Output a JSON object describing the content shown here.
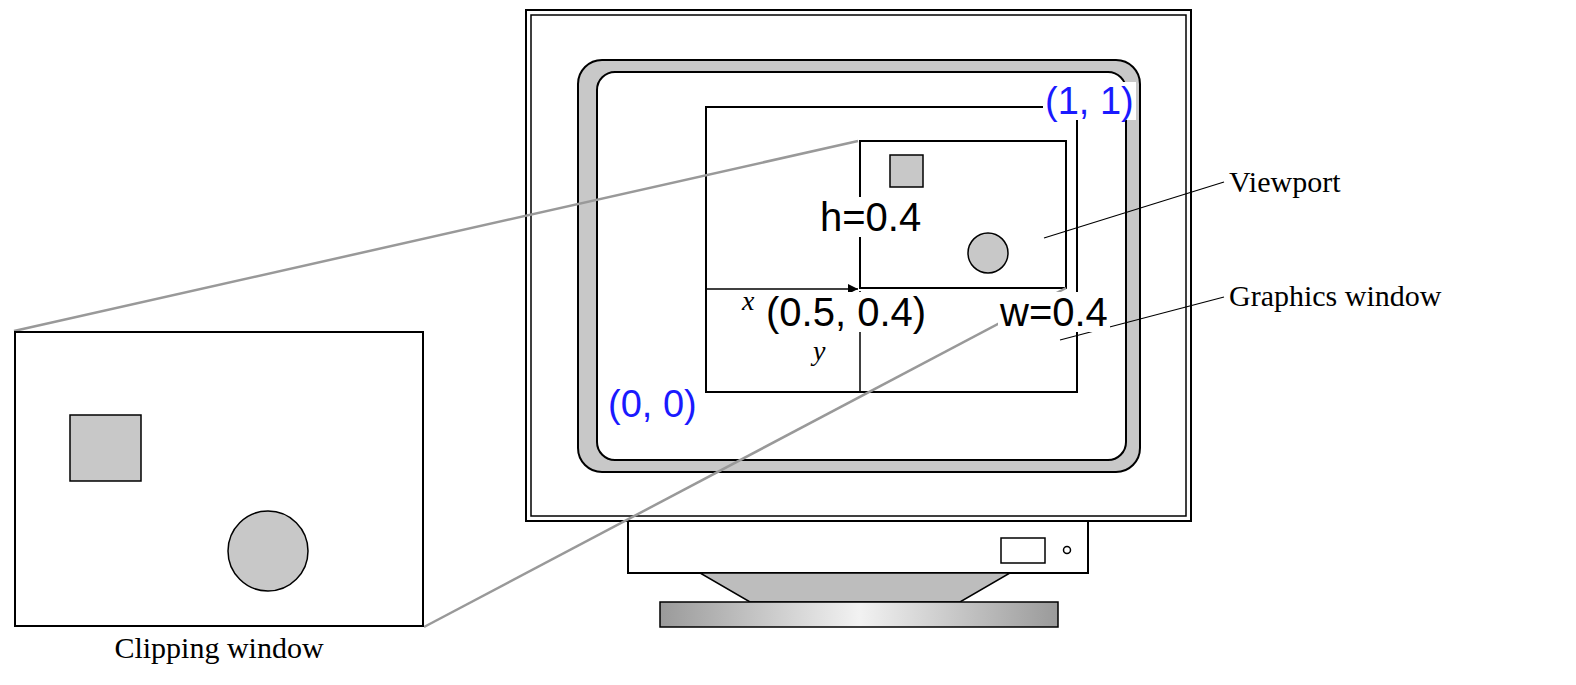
{
  "diagram": {
    "nodes": [
      {
        "text": [
          "Clipping window"
        ]
      }
    ],
    "labels": [
      "(1, 1)",
      "h=0.4",
      "x",
      "(0.5, 0.4)",
      "w=0.4",
      "y",
      "(0, 0)",
      "Viewport",
      "Graphics window"
    ]
  }
}
